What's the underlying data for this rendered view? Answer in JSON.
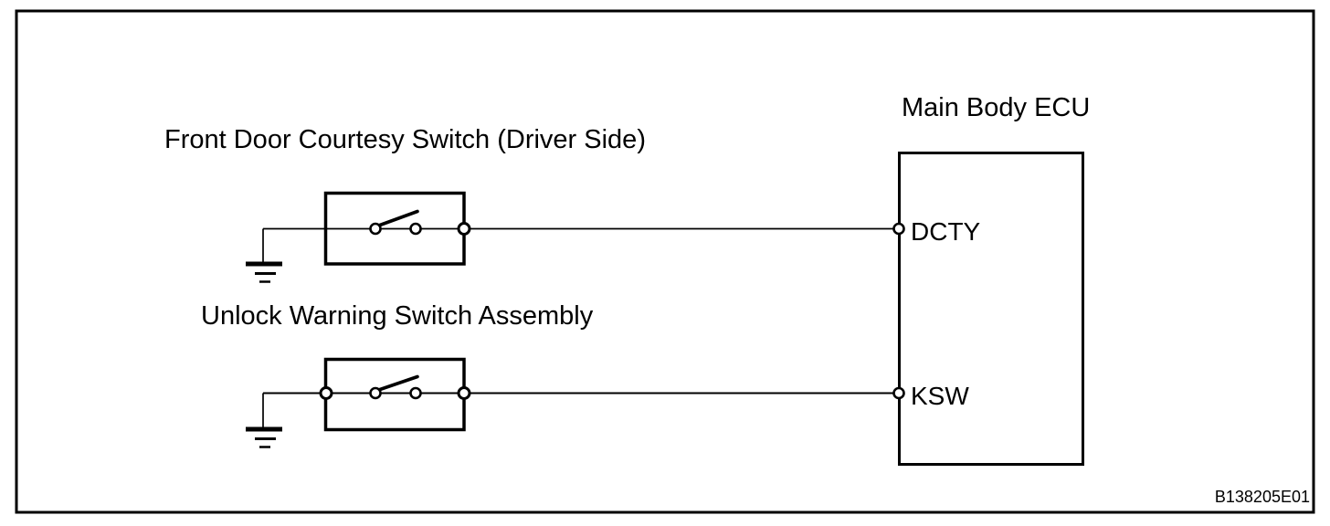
{
  "diagram": {
    "type": "electrical-wiring-diagram",
    "figure_code": "B138205E01",
    "colors": {
      "line": "#000000",
      "background": "#ffffff"
    },
    "labels": {
      "switch1": "Front Door Courtesy Switch (Driver Side)",
      "switch2": "Unlock Warning Switch Assembly",
      "ecu": "Main Body ECU",
      "terminal_dcty": "DCTY",
      "terminal_ksw": "KSW"
    },
    "connections": [
      {
        "from": "ground",
        "through": "Front Door Courtesy Switch (Driver Side)",
        "to_terminal": "DCTY",
        "to_component": "Main Body ECU",
        "switch_state": "open"
      },
      {
        "from": "ground",
        "through": "Unlock Warning Switch Assembly",
        "to_terminal": "KSW",
        "to_component": "Main Body ECU",
        "switch_state": "open"
      }
    ]
  }
}
